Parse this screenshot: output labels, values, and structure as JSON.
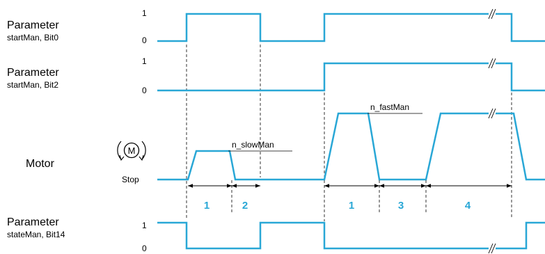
{
  "signals": {
    "bit0": {
      "title": "Parameter",
      "subtitle": "startMan, Bit0",
      "level_high": "1",
      "level_low": "0"
    },
    "bit2": {
      "title": "Parameter",
      "subtitle": "startMan, Bit2",
      "level_high": "1",
      "level_low": "0"
    },
    "motor": {
      "title": "Motor",
      "motor_symbol": "M",
      "stop_label": "Stop",
      "slow_label": "n_slowMan",
      "fast_label": "n_fastMan"
    },
    "bit14": {
      "title": "Parameter",
      "subtitle": "stateMan, Bit14",
      "level_high": "1",
      "level_low": "0"
    }
  },
  "phases": [
    "1",
    "2",
    "1",
    "3",
    "4"
  ],
  "colors": {
    "signal": "#29a7d6",
    "phase_text": "#29a7d6",
    "guides": "#000000"
  },
  "icons": {
    "break": "break-mark-icon",
    "motor": "motor-rotation-icon"
  }
}
